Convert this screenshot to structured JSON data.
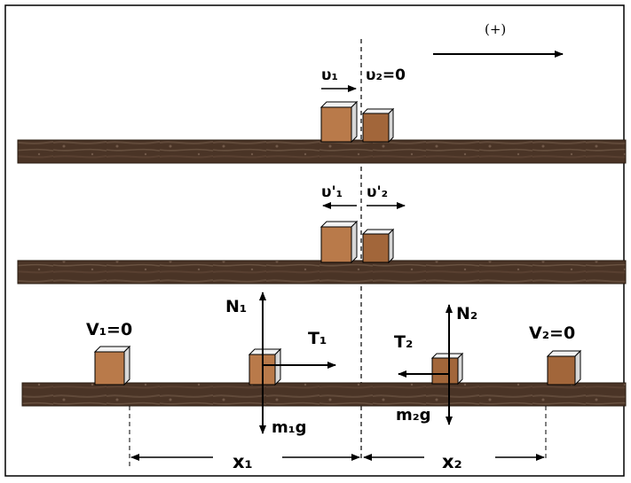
{
  "colors": {
    "floor": "#4a3426",
    "floor_light": "#6b5443",
    "block_front": "#b97a4a",
    "block_front_dark": "#8a5530",
    "block_side": "#d8d8d8",
    "block_top": "#f2f2f2",
    "ink": "#000000"
  },
  "direction": {
    "label": "(+)"
  },
  "scene1": {
    "v1": "υ₁",
    "v2": "υ₂=0"
  },
  "scene2": {
    "v1": "υ'₁",
    "v2": "υ'₂"
  },
  "scene3": {
    "V1": "V₁=0",
    "N1": "N₁",
    "T1": "T₁",
    "m1g": "m₁g",
    "T2": "T₂",
    "N2": "N₂",
    "m2g": "m₂g",
    "V2": "V₂=0",
    "x1": "x₁",
    "x2": "x₂"
  }
}
